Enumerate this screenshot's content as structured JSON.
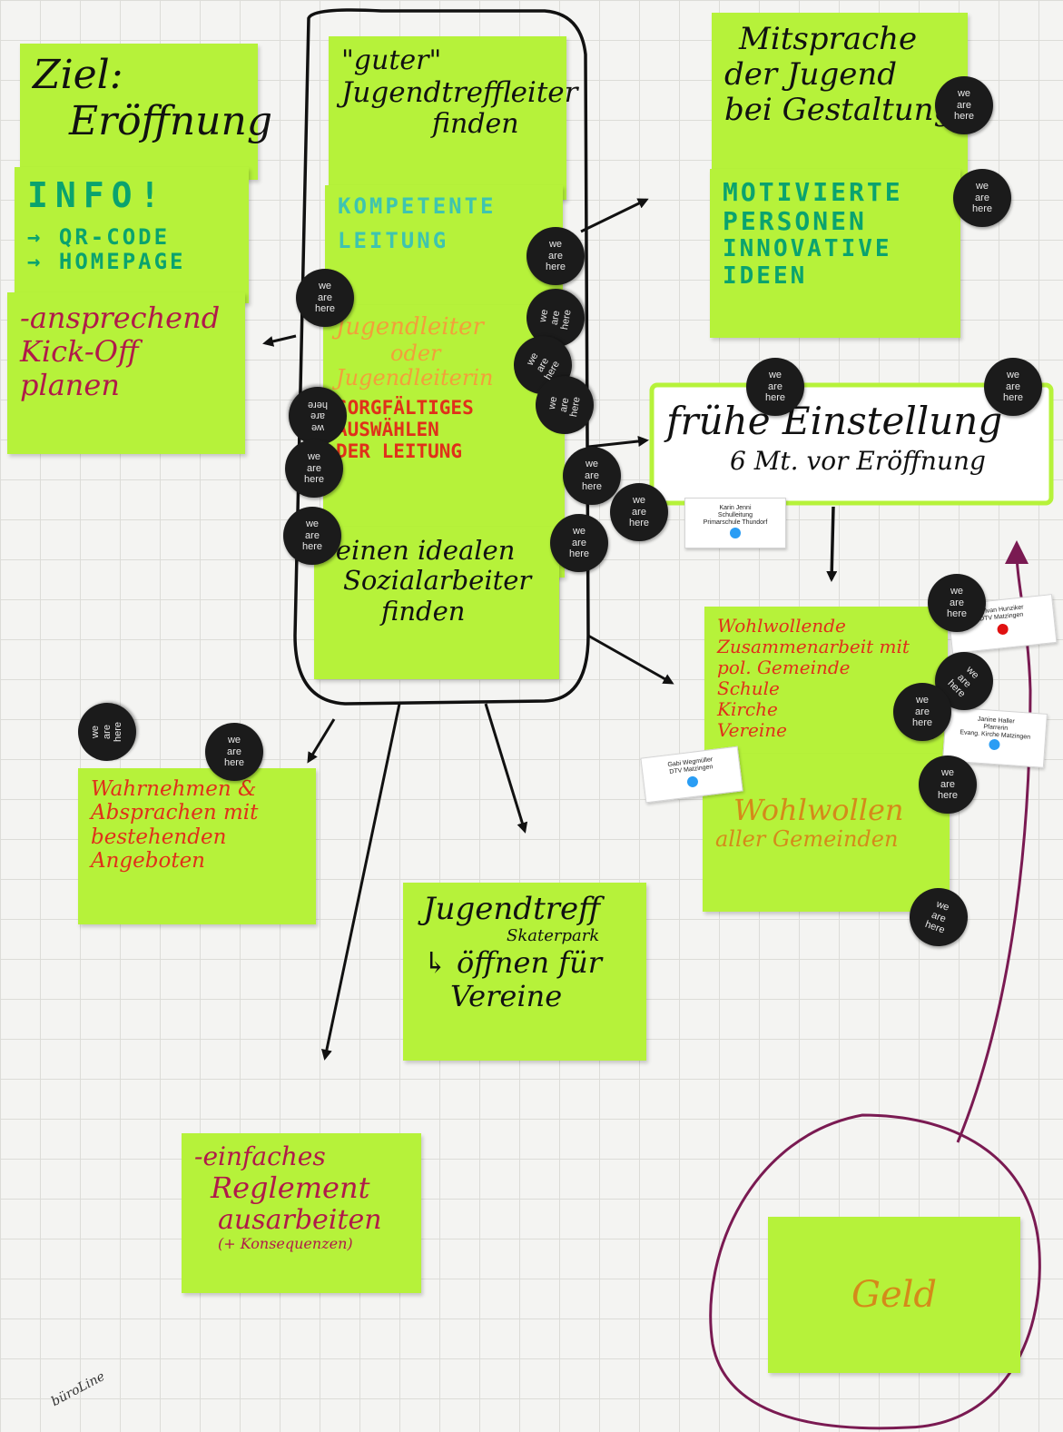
{
  "colors": {
    "note": "#b6f23a",
    "sticker": "#1b1b1b",
    "pin_blue": "#2a9df4",
    "pin_red": "#e01010",
    "circle_line": "#7a1a52"
  },
  "notes": {
    "ziel": [
      "Ziel:",
      "Eröffnung"
    ],
    "info": [
      "INFO!",
      "→ QR-CODE",
      "→ HOMEPAGE"
    ],
    "kickoff": [
      "-ansprechend",
      "Kick-Off",
      "planen"
    ],
    "guter": [
      "\"guter\"",
      "Jugendtreffleiter",
      "finden"
    ],
    "kompetente": [
      "KOMPETENTE",
      "LEITUNG"
    ],
    "jugendleiter": [
      "Jugendleiter",
      "oder",
      "Jugendleiterin"
    ],
    "sorgfaeltig": [
      "SORGFÄLTIGES",
      "AUSWÄHLEN",
      "DER LEITUNG"
    ],
    "sozial": [
      "-einen idealen",
      "Sozialarbeiter",
      "finden"
    ],
    "mitsprache": [
      "Mitsprache",
      "der Jugend",
      "bei Gestaltung"
    ],
    "motivierte": [
      "MOTIVIERTE",
      "PERSONEN",
      "INNOVATIVE",
      "IDEEN"
    ],
    "einstellung": [
      "frühe Einstellung",
      "6 Mt. vor Eröffnung"
    ],
    "zusammenarbeit": [
      "Wohlwollende",
      "Zusammenarbeit mit",
      "pol. Gemeinde",
      "Schule",
      "Kirche",
      "Vereine"
    ],
    "wohlwollen": [
      "Wohlwollen",
      "aller Gemeinden"
    ],
    "wahrnehmen": [
      "Wahrnehmen &",
      "Absprachen mit",
      "bestehenden",
      "Angeboten"
    ],
    "skaterpark": [
      "Jugendtreff",
      "Skaterpark",
      "↳ öffnen für",
      "Vereine"
    ],
    "reglement": [
      "-einfaches",
      "Reglement",
      "ausarbeiten",
      "(+ Konsequenzen)"
    ],
    "geld": [
      "Geld"
    ]
  },
  "sticker": [
    "we",
    "are",
    "here"
  ],
  "cards": {
    "karin": [
      "Karin Jenni",
      "Schulleitung",
      "Primarschule Thundorf"
    ],
    "sylvan": [
      "Sylvan Hunziker",
      "DTV Matzingen"
    ],
    "janine": [
      "Janine Haller",
      "Pfarrerin",
      "Evang. Kirche Matzingen"
    ],
    "gabi": [
      "Gabi Wegmüller",
      "DTV Matzingen"
    ]
  },
  "logo": "büroLine"
}
